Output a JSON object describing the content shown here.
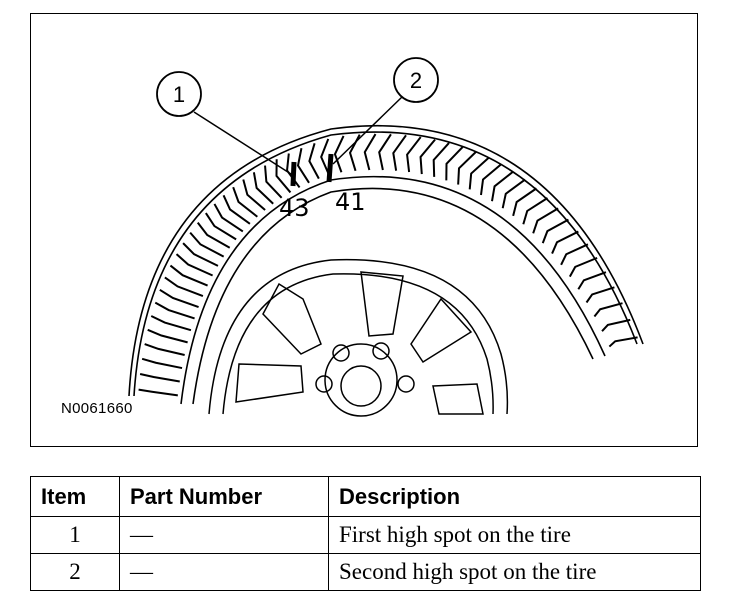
{
  "figure": {
    "code": "N0061660",
    "callouts": [
      {
        "number": "1",
        "mark_label": "43"
      },
      {
        "number": "2",
        "mark_label": "41"
      }
    ]
  },
  "table": {
    "headers": [
      "Item",
      "Part Number",
      "Description"
    ],
    "rows": [
      {
        "item": "1",
        "part_number": "—",
        "description": "First high spot on the tire"
      },
      {
        "item": "2",
        "part_number": "—",
        "description": "Second high spot on the tire"
      }
    ]
  }
}
